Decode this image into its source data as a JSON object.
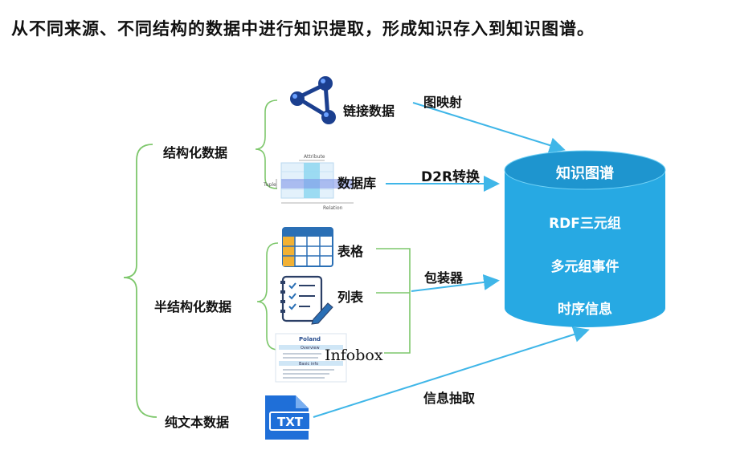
{
  "caption": "从不同来源、不同结构的数据中进行知识提取，形成知识存入到知识图谱。",
  "categories": {
    "structured": "结构化数据",
    "semi_structured": "半结构化数据",
    "plain_text": "纯文本数据"
  },
  "sources": {
    "linked_data": "链接数据",
    "database": "数据库",
    "table": "表格",
    "list": "列表",
    "infobox": "Infobox",
    "txt_icon_text": "TXT"
  },
  "edges": {
    "graph_mapping": "图映射",
    "d2r": "D2R转换",
    "wrapper": "包装器",
    "info_extraction": "信息抽取"
  },
  "kg": {
    "title": "知识图谱",
    "items": [
      "RDF三元组",
      "多元组事件",
      "时序信息"
    ]
  },
  "db_thumb": {
    "attribute": "Attribute",
    "tuple": "Tuple",
    "relation": "Relation"
  },
  "infobox_thumb": {
    "title": "Poland",
    "section1": "Overview",
    "section2": "Basic info"
  },
  "colors": {
    "cylinder": "#27a9e3",
    "cylinder_top": "#1e95cf",
    "arrow": "#3fb6e8",
    "bracket": "#7dc76b",
    "txt_icon": "#1f6fd8",
    "table_icon": "#2a6fb5"
  }
}
